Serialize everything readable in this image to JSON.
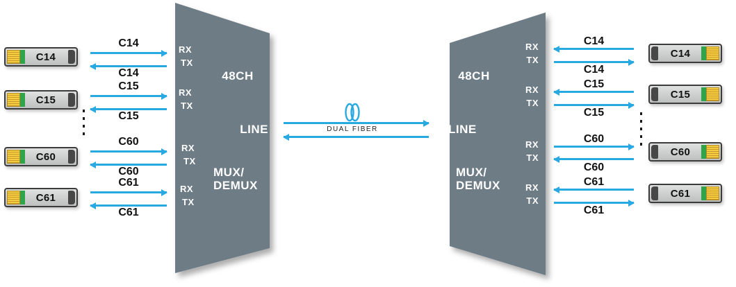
{
  "ports": {
    "rx": "RX",
    "tx": "TX"
  },
  "center": {
    "fiber_label": "DUAL FIBER",
    "forward_dir": "right",
    "return_dir": "left"
  },
  "left": {
    "mux": {
      "channel_count": "48CH",
      "line": "LINE",
      "mux": "MUX/",
      "demux": "DEMUX"
    },
    "rows": [
      {
        "module": "C14",
        "top_label": "C14",
        "bottom_label": "C14",
        "top_dir": "right",
        "bottom_dir": "left"
      },
      {
        "module": "C15",
        "top_label": "C15",
        "bottom_label": "C15",
        "top_dir": "right",
        "bottom_dir": "left"
      },
      {
        "module": "C60",
        "top_label": "C60",
        "bottom_label": "C60",
        "top_dir": "right",
        "bottom_dir": "left"
      },
      {
        "module": "C61",
        "top_label": "C61",
        "bottom_label": "C61",
        "top_dir": "right",
        "bottom_dir": "left"
      }
    ]
  },
  "right": {
    "mux": {
      "channel_count": "48CH",
      "line": "LINE",
      "mux": "MUX/",
      "demux": "DEMUX"
    },
    "rows": [
      {
        "module": "C14",
        "top_label": "C14",
        "bottom_label": "C14",
        "top_dir": "left",
        "bottom_dir": "right"
      },
      {
        "module": "C15",
        "top_label": "C15",
        "bottom_label": "C15",
        "top_dir": "left",
        "bottom_dir": "right"
      },
      {
        "module": "C60",
        "top_label": "C60",
        "bottom_label": "C60",
        "top_dir": "right",
        "bottom_dir": "left"
      },
      {
        "module": "C61",
        "top_label": "C61",
        "bottom_label": "C61",
        "top_dir": "left",
        "bottom_dir": "right"
      }
    ]
  },
  "colors": {
    "arrow_blue": "#29A9E1",
    "mux_body": "#6E7C86",
    "connector_yellow": "#F4CC3F",
    "connector_green": "#2FA54B",
    "module_dark": "#474747"
  }
}
